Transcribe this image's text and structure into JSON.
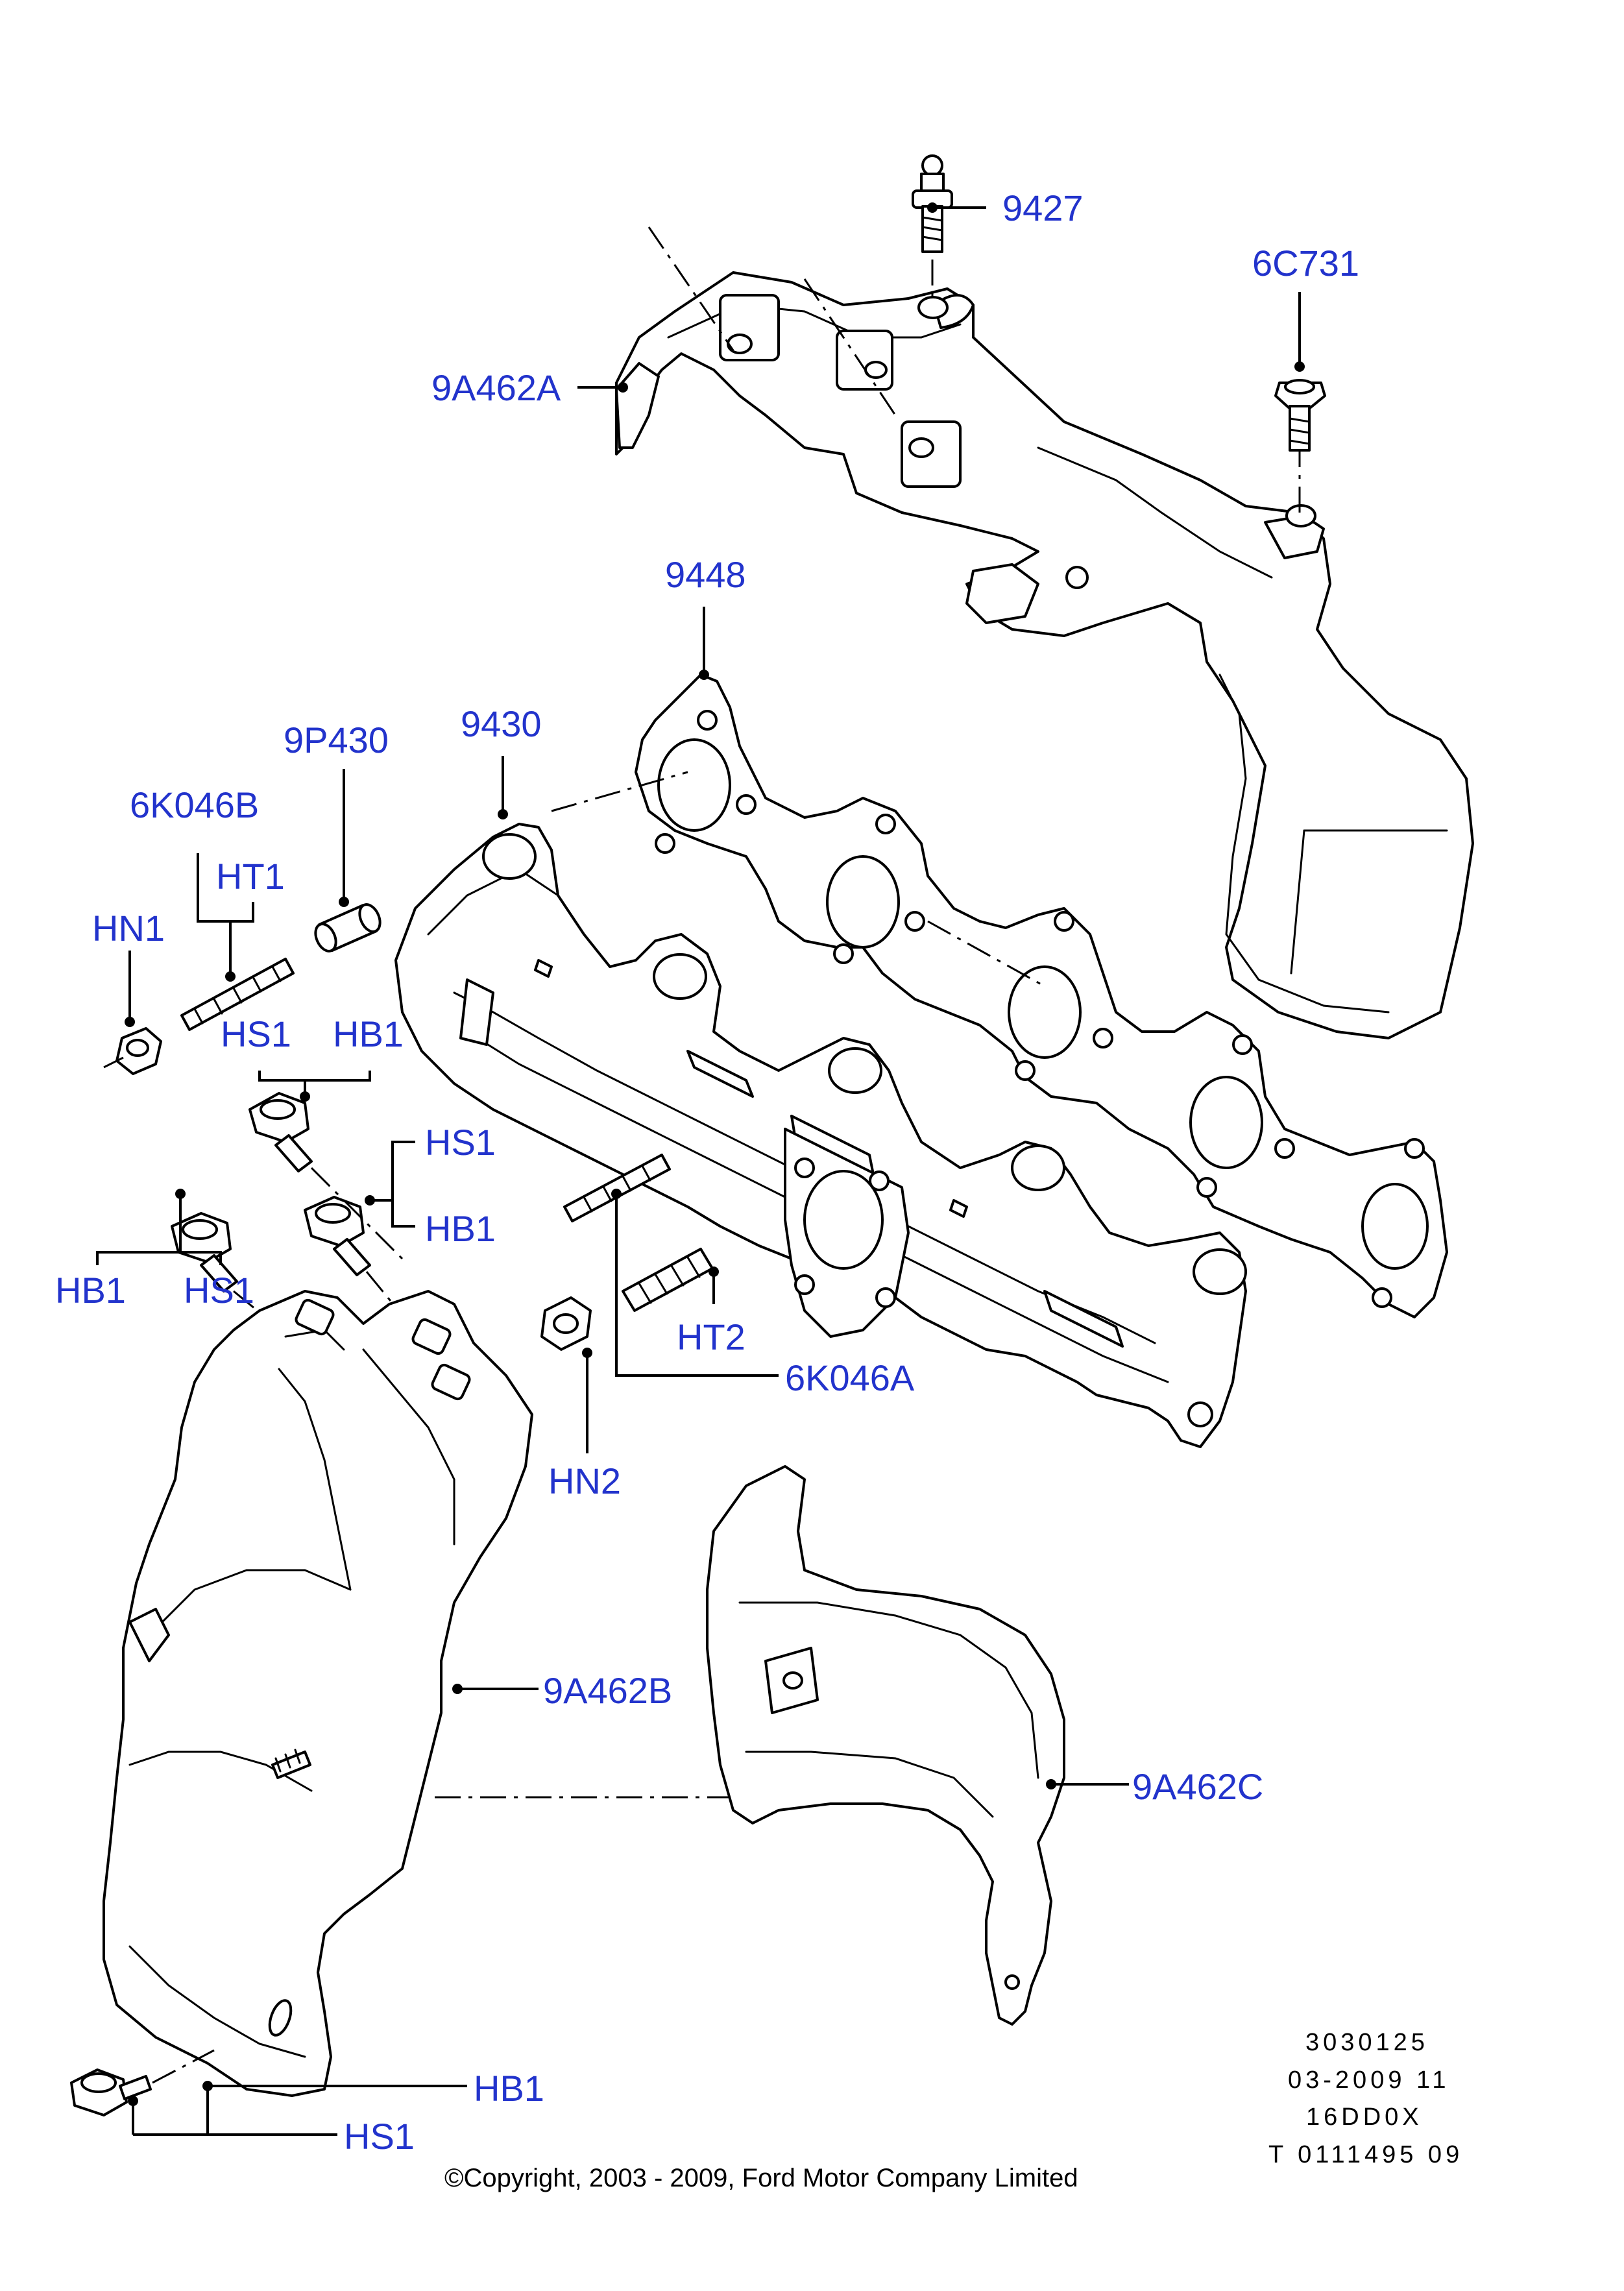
{
  "labels": {
    "l9427": "9427",
    "l6C731": "6C731",
    "l9A462A": "9A462A",
    "l9448": "9448",
    "l9430": "9430",
    "l9P430": "9P430",
    "l6K046B": "6K046B",
    "lHT1": "HT1",
    "lHN1": "HN1",
    "lHS1_a": "HS1",
    "lHB1_a": "HB1",
    "lHS1_b": "HS1",
    "lHB1_b": "HB1",
    "lHB1_c": "HB1",
    "lHS1_c": "HS1",
    "lHT2": "HT2",
    "l6K046A": "6K046A",
    "lHN2": "HN2",
    "l9A462B": "9A462B",
    "l9A462C": "9A462C",
    "lHB1_d": "HB1",
    "lHS1_d": "HS1"
  },
  "reference": {
    "line1": "3030125",
    "line2": "03-2009 11",
    "line3": "16DD0X",
    "line4": "T 0111495 09"
  },
  "copyright": "©Copyright, 2003 - 2009, Ford Motor Company Limited",
  "colors": {
    "callout": "#2233cc",
    "linework": "#000000",
    "background": "#ffffff"
  }
}
